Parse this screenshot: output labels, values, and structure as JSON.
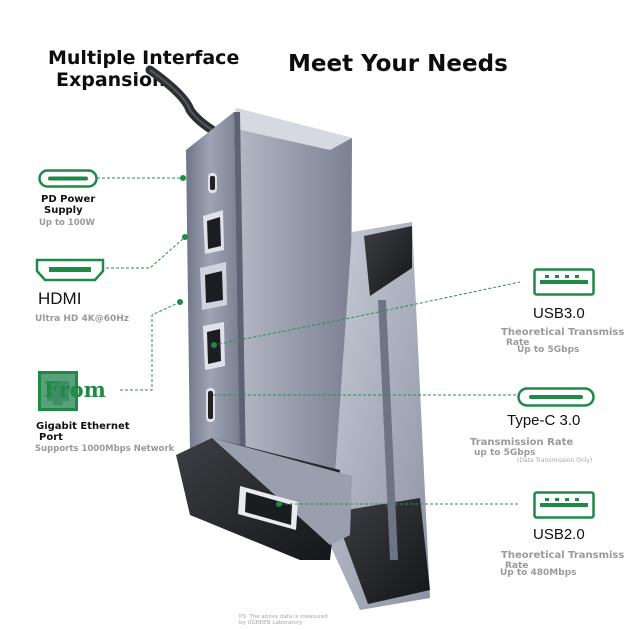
{
  "headline": {
    "line1": "Multiple Interface",
    "line2": "Expansion",
    "right": "Meet Your Needs"
  },
  "pd": {
    "title_line1": "PD Power",
    "title_line2": "Supply",
    "detail": "Up to 100W",
    "icon": "usb-c-port-icon"
  },
  "hdmi": {
    "title": "HDMI",
    "detail": "Ultra HD 4K@60Hz",
    "icon": "hdmi-port-icon"
  },
  "ethernet": {
    "overlay": "From",
    "title_line1": "Gigabit Ethernet",
    "title_line2": "Port",
    "detail": "Supports 1000Mbps Network",
    "icon": "ethernet-port-icon"
  },
  "usb3": {
    "title": "USB3.0",
    "detail_line1": "Theoretical Transmiss",
    "detail_line2": "Rate",
    "detail_line3": "Up to 5Gbps",
    "icon": "usb-a-port-icon"
  },
  "typec": {
    "title": "Type-C 3.0",
    "detail_line1": "Transmission Rate",
    "detail_line2": "up to 5Gbps",
    "note": "(Data Transmission Only)",
    "icon": "usb-c-port-icon"
  },
  "usb2": {
    "title": "USB2.0",
    "detail_line1": "Theoretical Transmiss",
    "detail_line2": "Rate",
    "detail_line3": "Up to 480Mbps",
    "icon": "usb-a-port-icon"
  },
  "footnote": {
    "line1": "PS: The above data is measured",
    "line2": "by UGREEN Laboratory"
  },
  "colors": {
    "accent": "#1f8a45",
    "leader": "#2e8b57",
    "device": "#8e93a3"
  }
}
